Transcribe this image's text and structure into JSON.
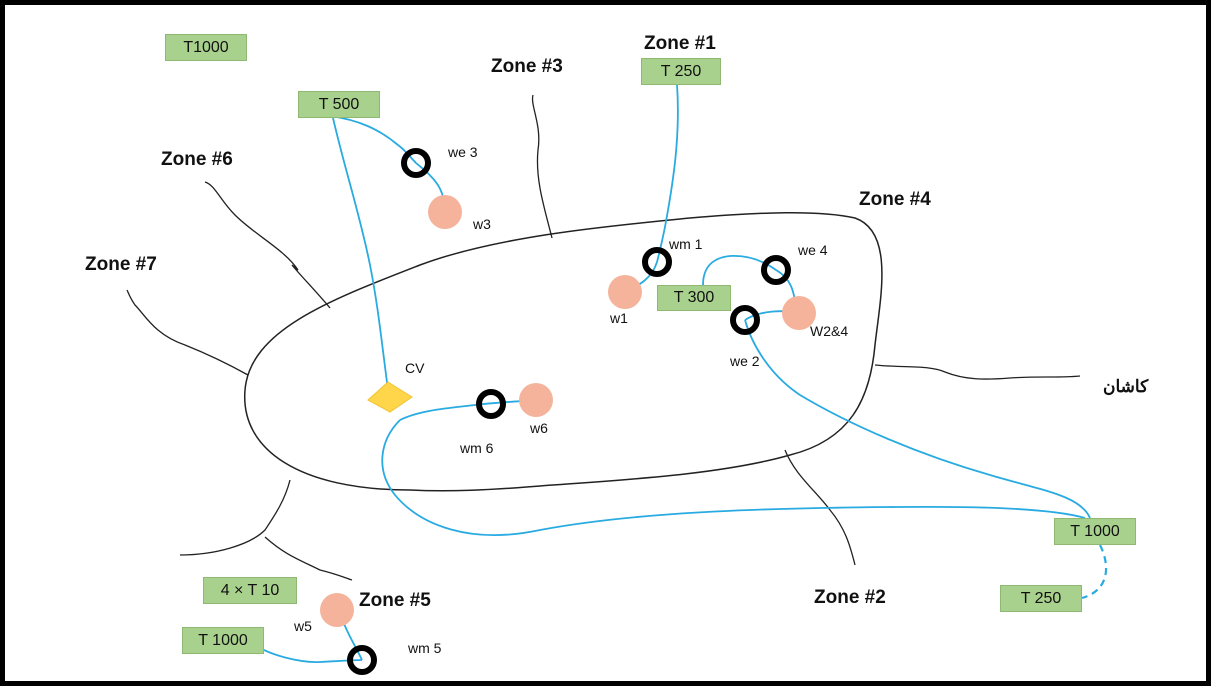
{
  "zones": {
    "z1": "Zone #1",
    "z2": "Zone #2",
    "z3": "Zone #3",
    "z4": "Zone #4",
    "z5": "Zone #5",
    "z6": "Zone #6",
    "z7": "Zone #7"
  },
  "tanks": {
    "t1000_topleft": "T1000",
    "t500": "T 500",
    "t250_top": "T 250",
    "t300": "T 300",
    "t1000_right": "T 1000",
    "t250_bottom": "T 250",
    "t10x4": "4 × T 10",
    "t1000_bottom": "T 1000"
  },
  "wells": {
    "w1": "w1",
    "w3": "w3",
    "w24": "W2&4",
    "w6": "w6",
    "w5": "w5"
  },
  "meters": {
    "we3": "we 3",
    "wm1": "wm 1",
    "we4": "we 4",
    "we2": "we 2",
    "wm6": "wm 6",
    "wm5": "wm 5"
  },
  "valve": "CV",
  "city": "كاشان",
  "colors": {
    "pipe": "#29abe2",
    "tank_fill": "#a9d18e",
    "well_fill": "#f4b39a",
    "valve_fill": "#ffd54a",
    "boundary": "#222222"
  }
}
